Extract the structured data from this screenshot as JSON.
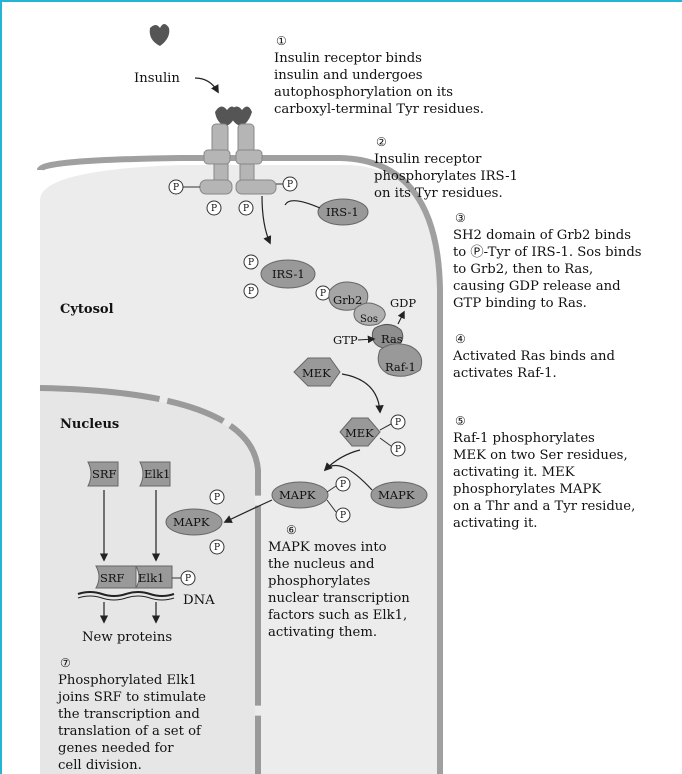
{
  "labels": {
    "insulin": "Insulin",
    "cytosol": "Cytosol",
    "nucleus": "Nucleus",
    "irs1": "IRS-1",
    "grb2": "Grb2",
    "sos": "Sos",
    "ras": "Ras",
    "raf1": "Raf-1",
    "gdp": "GDP",
    "gtp": "GTP",
    "mek": "MEK",
    "mapk": "MAPK",
    "srf": "SRF",
    "elk1": "Elk1",
    "dna": "DNA",
    "new_proteins": "New proteins",
    "p": "P"
  },
  "steps": [
    {
      "num": "①",
      "lines": [
        "Insulin receptor binds",
        "insulin and undergoes",
        "autophosphorylation on its",
        "carboxyl-terminal Tyr residues."
      ]
    },
    {
      "num": "②",
      "lines": [
        "Insulin receptor",
        "phosphorylates IRS-1",
        "on its Tyr residues."
      ]
    },
    {
      "num": "③",
      "lines": [
        "SH2 domain of Grb2 binds",
        "to Ⓟ-Tyr of IRS-1. Sos binds",
        "to Grb2, then to Ras,",
        "causing GDP release and",
        "GTP binding to Ras."
      ]
    },
    {
      "num": "④",
      "lines": [
        "Activated Ras binds and",
        "activates Raf-1."
      ]
    },
    {
      "num": "⑤",
      "lines": [
        "Raf-1 phosphorylates",
        "MEK on two Ser residues,",
        "activating it. MEK",
        "phosphorylates MAPK",
        "on a Thr and a Tyr residue,",
        "activating it."
      ]
    },
    {
      "num": "⑥",
      "lines": [
        "MAPK moves into",
        "the nucleus and",
        "phosphorylates",
        "nuclear transcription",
        "factors such as Elk1,",
        "activating them."
      ]
    },
    {
      "num": "⑦",
      "lines": [
        "Phosphorylated Elk1",
        "joins SRF to stimulate",
        "the transcription and",
        "translation of a set of",
        "genes needed for",
        "cell division."
      ]
    }
  ]
}
